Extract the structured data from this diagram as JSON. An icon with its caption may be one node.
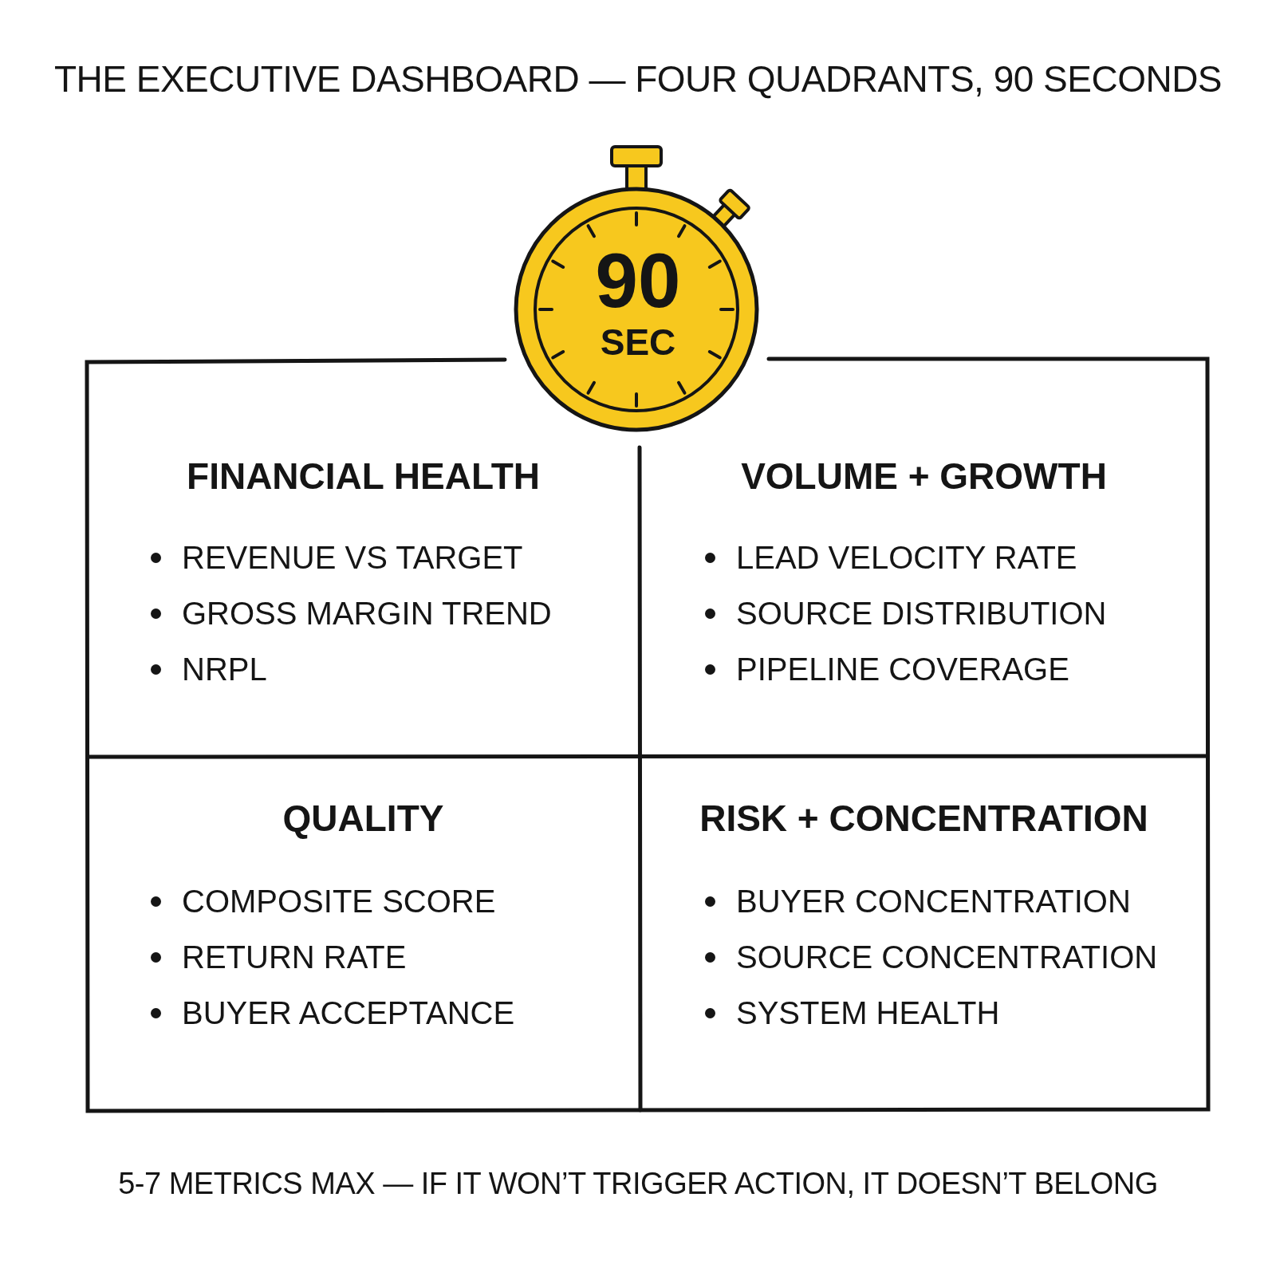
{
  "diagram": {
    "title": "THE EXECUTIVE DASHBOARD — FOUR QUADRANTS, 90 SECONDS",
    "nodes": [
      {
        "text": [
          "90",
          "SEC"
        ]
      },
      {
        "text": [
          "FINANCIAL HEALTH",
          "REVENUE VS TARGET",
          "GROSS MARGIN TREND",
          "NRPL"
        ]
      },
      {
        "text": [
          "VOLUME + GROWTH",
          "LEAD VELOCITY RATE",
          "SOURCE DISTRIBUTION",
          "PIPELINE COVERAGE"
        ]
      },
      {
        "text": [
          "QUALITY",
          "COMPOSITE SCORE",
          "RETURN RATE",
          "BUYER ACCEPTANCE"
        ]
      },
      {
        "text": [
          "RISK + CONCENTRATION",
          "BUYER CONCENTRATION",
          "SOURCE CONCENTRATION",
          "SYSTEM HEALTH"
        ]
      }
    ],
    "caption": "5-7 METRICS MAX — IF IT WON’T TRIGGER ACTION, IT DOESN’T BELONG"
  }
}
